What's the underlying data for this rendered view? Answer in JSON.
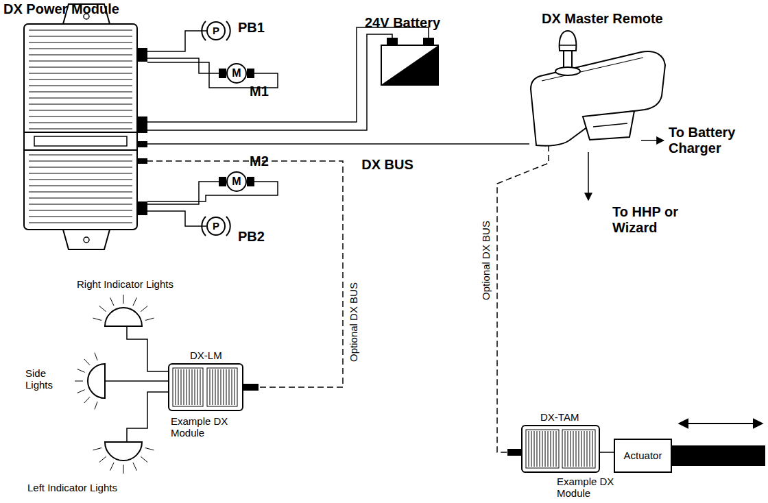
{
  "diagram": {
    "nodes": [
      {
        "text": [
          "DX Power Module"
        ]
      },
      {
        "text": [
          "P",
          "PB1"
        ]
      },
      {
        "text": [
          "M",
          "M1"
        ]
      },
      {
        "text": [
          "24V Battery"
        ]
      },
      {
        "text": [
          "DX Master Remote"
        ]
      },
      {
        "text": [
          "M",
          "M2"
        ]
      },
      {
        "text": [
          "P",
          "PB2"
        ]
      },
      {
        "text": [
          "Right Indicator Lights"
        ]
      },
      {
        "text": [
          "Side Lights"
        ]
      },
      {
        "text": [
          "Left Indicator Lights"
        ]
      },
      {
        "text": [
          "DX-LM",
          "Example DX Module"
        ]
      },
      {
        "text": [
          "DX-TAM",
          "Example DX Module"
        ]
      },
      {
        "text": [
          "Actuator"
        ]
      }
    ],
    "edges": [
      {
        "from": 0,
        "to": 1,
        "arrow": "none"
      },
      {
        "from": 0,
        "to": 2,
        "arrow": "none"
      },
      {
        "from": 0,
        "to": 3,
        "arrow": "none"
      },
      {
        "from": 0,
        "to": 4,
        "label": "DX BUS",
        "arrow": "none"
      },
      {
        "from": 0,
        "to": 5,
        "arrow": "none"
      },
      {
        "from": 0,
        "to": 6,
        "arrow": "none"
      },
      {
        "from": 0,
        "to": 10,
        "label": "Optional DX BUS",
        "arrow": "none"
      },
      {
        "from": 4,
        "to": 11,
        "label": "Optional DX BUS",
        "arrow": "none"
      },
      {
        "from": 10,
        "to": 7,
        "arrow": "none"
      },
      {
        "from": 10,
        "to": 8,
        "arrow": "none"
      },
      {
        "from": 10,
        "to": 9,
        "arrow": "none"
      },
      {
        "from": 11,
        "to": 12,
        "arrow": "none"
      }
    ],
    "labels": [
      "To Battery Charger",
      "To HHP or Wizard"
    ]
  }
}
